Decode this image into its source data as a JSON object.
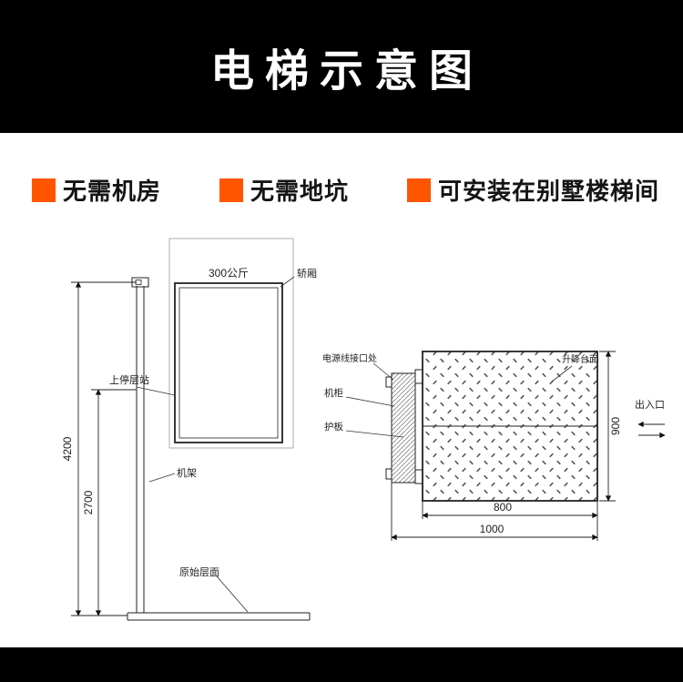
{
  "banner": {
    "title": "电梯示意图"
  },
  "features": [
    {
      "label": "无需机房"
    },
    {
      "label": "无需地坑"
    },
    {
      "label": "可安装在别墅楼梯间"
    }
  ],
  "colors": {
    "accent": "#ff5500",
    "banner": "#000000"
  },
  "elevation": {
    "capacity_label": "300公斤",
    "car_label": "轿厢",
    "upper_stop_label": "上停层站",
    "frame_label": "机架",
    "ground_label": "原始层面",
    "dim_total_height": "4200",
    "dim_travel": "2700"
  },
  "plan": {
    "power_label": "电源线接口处",
    "cabinet_label": "机柜",
    "guard_label": "护板",
    "platform_label": "升降台面",
    "entrance_label": "出入口",
    "dim_depth": "900",
    "dim_width": "800",
    "dim_overall": "1000"
  }
}
